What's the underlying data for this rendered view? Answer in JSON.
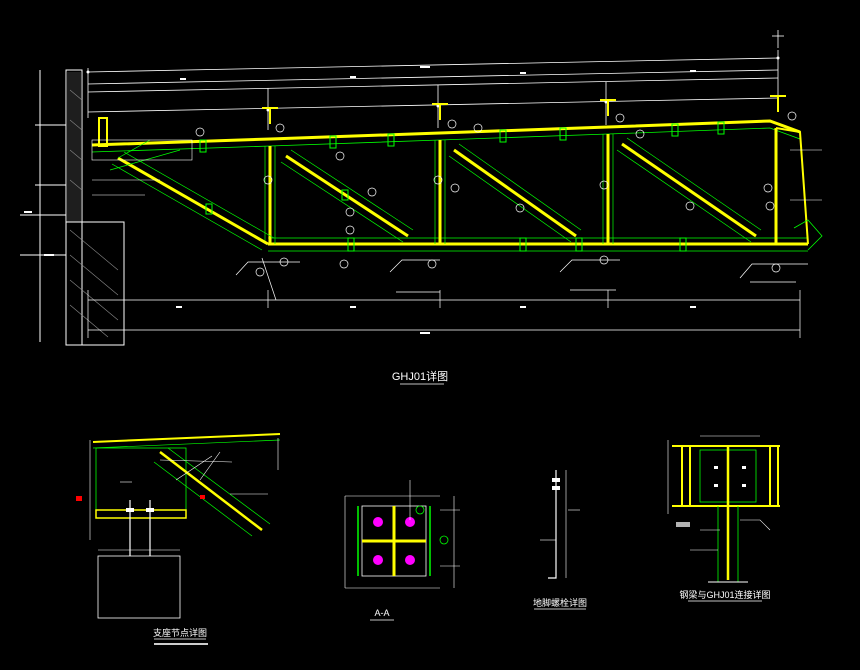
{
  "drawing": {
    "colors": {
      "background": "#000000",
      "truss_member": "#ffff00",
      "weld_line": "#00ff00",
      "dimension": "#ffffff",
      "bolt": "#ff00ff",
      "marker": "#ff0000"
    },
    "main_view": {
      "caption": "GHJ01详图"
    },
    "details": {
      "support_node": {
        "caption": "支座节点详图",
        "note": ""
      },
      "section_aa": {
        "caption": "A-A"
      },
      "anchor_bolt": {
        "caption": "地脚螺栓详图"
      },
      "connection": {
        "caption": "钢梁与GHJ01连接详图"
      }
    }
  }
}
